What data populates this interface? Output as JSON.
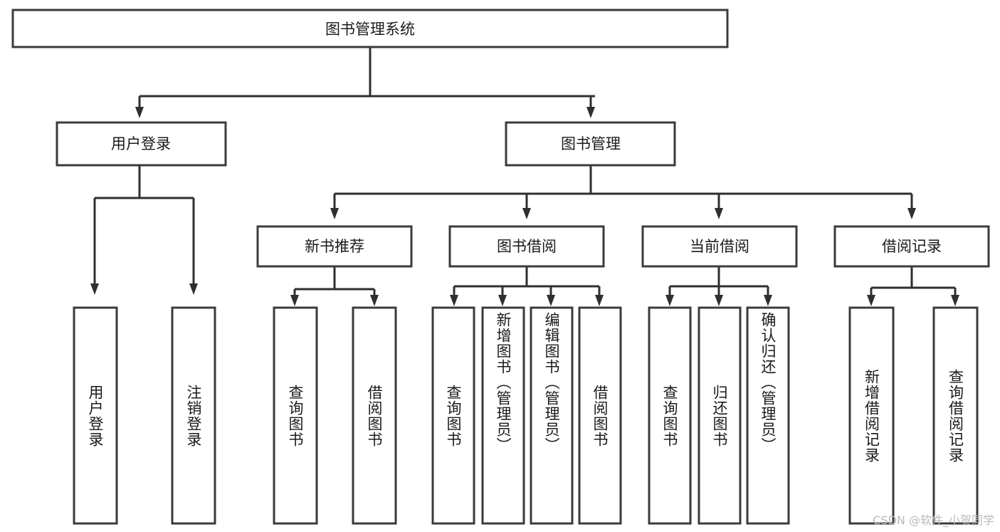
{
  "diagram": {
    "title": "图书管理系统",
    "type": "tree",
    "watermark": "CSDN @软件_小贺同学",
    "colors": {
      "box_fill": "#ffffff",
      "box_stroke": "#3b3b3b",
      "connector": "#2f2f2f",
      "text": "#1a1a1a",
      "watermark": "#b9b9b9",
      "background": "#ffffff"
    },
    "levels": {
      "level1": {
        "label": "图书管理系统"
      },
      "level2": [
        {
          "label": "用户登录"
        },
        {
          "label": "图书管理"
        }
      ],
      "level3": [
        {
          "label": "新书推荐"
        },
        {
          "label": "图书借阅"
        },
        {
          "label": "当前借阅"
        },
        {
          "label": "借阅记录"
        }
      ],
      "level4": [
        {
          "label": "用户登录",
          "parent": "用户登录"
        },
        {
          "label": "注销登录",
          "parent": "用户登录"
        },
        {
          "label": "查询图书",
          "parent": "新书推荐"
        },
        {
          "label": "借阅图书",
          "parent": "新书推荐"
        },
        {
          "label": "查询图书",
          "parent": "图书借阅"
        },
        {
          "label": "新增图书（管理员）",
          "parent": "图书借阅"
        },
        {
          "label": "编辑图书（管理员）",
          "parent": "图书借阅"
        },
        {
          "label": "借阅图书",
          "parent": "图书借阅"
        },
        {
          "label": "查询图书",
          "parent": "当前借阅"
        },
        {
          "label": "归还图书",
          "parent": "当前借阅"
        },
        {
          "label": "确认归还（管理员）",
          "parent": "当前借阅"
        },
        {
          "label": "新增借阅记录",
          "parent": "借阅记录"
        },
        {
          "label": "查询借阅记录",
          "parent": "借阅记录"
        }
      ]
    }
  }
}
